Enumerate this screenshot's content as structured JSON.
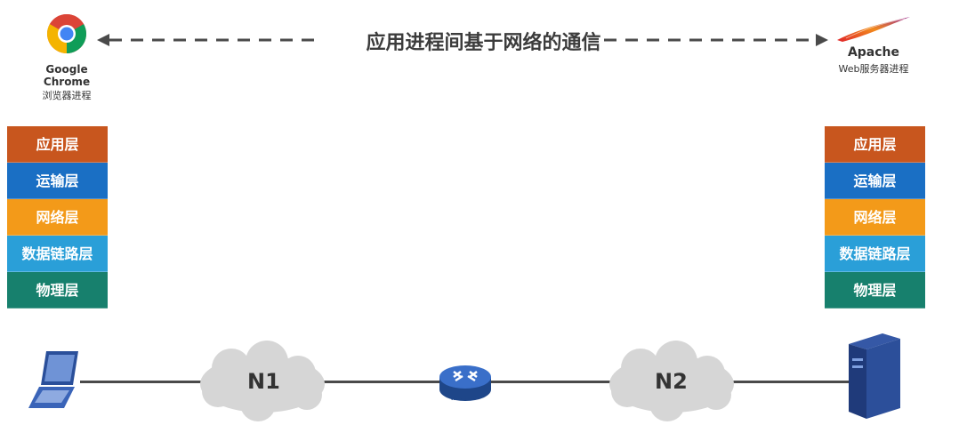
{
  "title": "应用进程间基于网络的通信",
  "client": {
    "name": "Google Chrome",
    "sub": "浏览器进程",
    "icon": "chrome-logo-icon"
  },
  "server": {
    "name": "Apache",
    "sub": "Web服务器进程",
    "icon": "apache-feather-icon"
  },
  "layers": [
    {
      "label": "应用层",
      "color": "#c8561e"
    },
    {
      "label": "运输层",
      "color": "#1a6fc4"
    },
    {
      "label": "网络层",
      "color": "#f39a19"
    },
    {
      "label": "数据链路层",
      "color": "#2a9fd8"
    },
    {
      "label": "物理层",
      "color": "#17806d"
    }
  ],
  "network": {
    "n1": "N1",
    "n2": "N2",
    "router_label": "ROUTER"
  },
  "colors": {
    "cloud": "#d6d6d6",
    "router": "#2b5aa8",
    "server": "#1f3a7a",
    "laptop": "#2a4f9a"
  }
}
